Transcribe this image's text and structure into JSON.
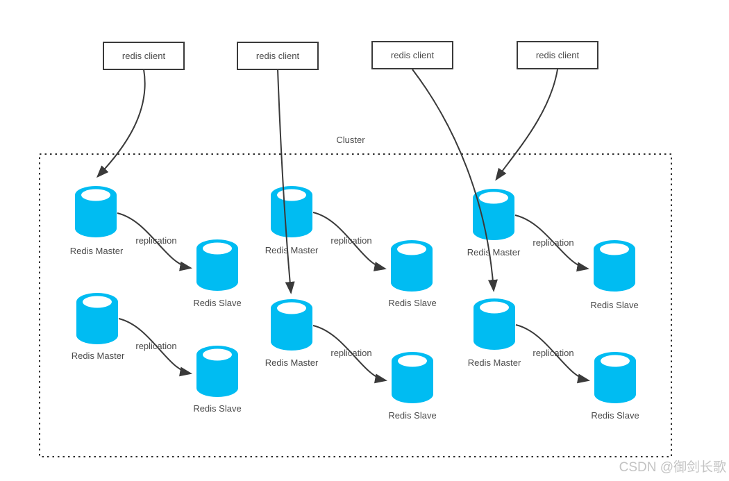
{
  "diagram_title": "Redis Cluster master-slave replication diagram",
  "colors": {
    "node_fill": "#00BCF2",
    "node_top": "#FFFFFF",
    "line": "#3A3A3A",
    "box_border": "#3A3A3A",
    "label_text": "#4A4A4A",
    "watermark": "#C3C3C3"
  },
  "clients": {
    "labels": [
      "redis client",
      "redis client",
      "redis client",
      "redis client"
    ]
  },
  "cluster": {
    "label": "Cluster"
  },
  "masters": {
    "labels": [
      "Redis Master",
      "Redis Master",
      "Redis Master",
      "Redis Master",
      "Redis Master",
      "Redis Master"
    ]
  },
  "slaves": {
    "labels": [
      "Redis Slave",
      "Redis Slave",
      "Redis Slave",
      "Redis Slave",
      "Redis Slave",
      "Redis Slave"
    ]
  },
  "replication": {
    "labels": [
      "replication",
      "replication",
      "replication",
      "replication",
      "replication",
      "replication"
    ]
  },
  "watermark": {
    "text": "CSDN @御剑长歌"
  }
}
